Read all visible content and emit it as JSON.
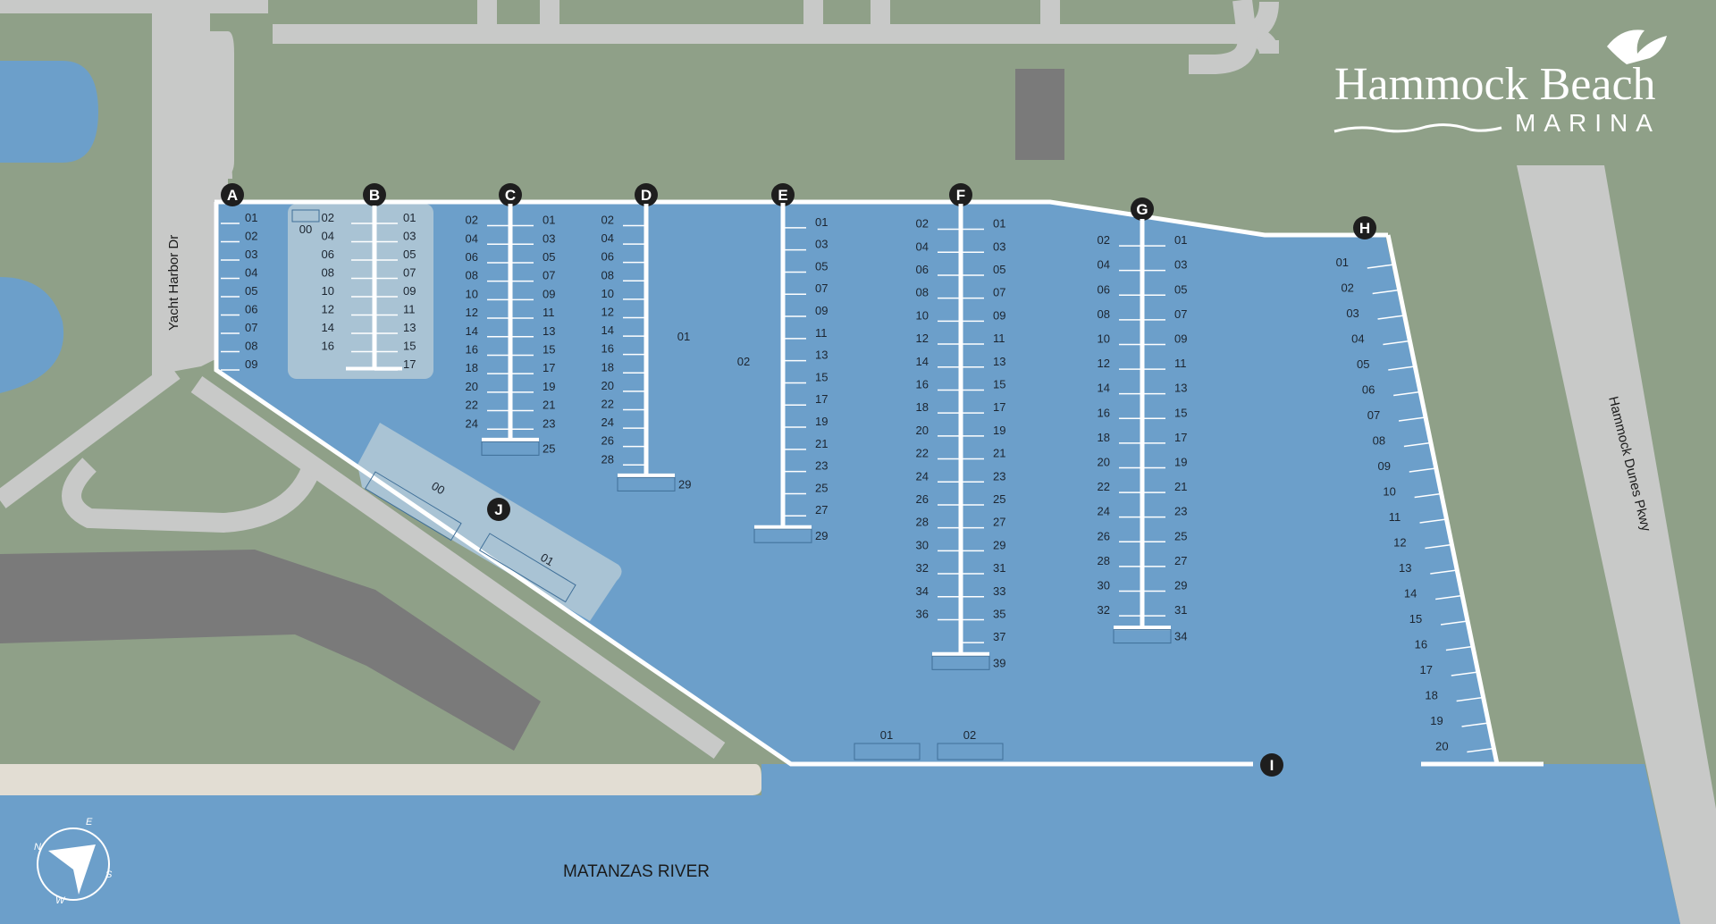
{
  "brand": {
    "line1": "Hammock Beach",
    "line2": "MARINA"
  },
  "roads": {
    "yacht_harbor": "Yacht Harbor Dr",
    "dunes_pkwy": "Hammock Dunes Pkwy"
  },
  "water": {
    "river": "MATANZAS RIVER"
  },
  "compass": {
    "n": "N",
    "e": "E",
    "s": "S",
    "w": "W"
  },
  "colors": {
    "water": "#6c9fca",
    "land": "#8fa088",
    "road": "#c8c9c8",
    "dock": "#ffffff",
    "parking": "#7a7a7a",
    "pier_pad": "#a9c3d4",
    "sand": "#e2ddd3"
  },
  "docks": {
    "A": {
      "letter": "A",
      "slips": [
        "01",
        "02",
        "03",
        "04",
        "05",
        "06",
        "07",
        "08",
        "09"
      ]
    },
    "B": {
      "letter": "B",
      "left": [
        "02",
        "04",
        "06",
        "08",
        "10",
        "12",
        "14",
        "16"
      ],
      "right": [
        "01",
        "03",
        "05",
        "07",
        "09",
        "11",
        "13",
        "15",
        "17"
      ],
      "extra": "00"
    },
    "C": {
      "letter": "C",
      "left": [
        "02",
        "04",
        "06",
        "08",
        "10",
        "12",
        "14",
        "16",
        "18",
        "20",
        "22",
        "24"
      ],
      "right": [
        "01",
        "03",
        "05",
        "07",
        "09",
        "11",
        "13",
        "15",
        "17",
        "19",
        "21",
        "23"
      ],
      "end": "25"
    },
    "D": {
      "letter": "D",
      "left": [
        "02",
        "04",
        "06",
        "08",
        "10",
        "12",
        "14",
        "16",
        "18",
        "20",
        "22",
        "24",
        "26",
        "28"
      ],
      "end": "29",
      "right_single": "01"
    },
    "E": {
      "letter": "E",
      "right": [
        "01",
        "03",
        "05",
        "07",
        "09",
        "11",
        "13",
        "15",
        "17",
        "19",
        "21",
        "23",
        "25",
        "27"
      ],
      "end": "29",
      "left_single": "02"
    },
    "F": {
      "letter": "F",
      "left": [
        "02",
        "04",
        "06",
        "08",
        "10",
        "12",
        "14",
        "16",
        "18",
        "20",
        "22",
        "24",
        "26",
        "28",
        "30",
        "32",
        "34",
        "36"
      ],
      "right": [
        "01",
        "03",
        "05",
        "07",
        "09",
        "11",
        "13",
        "15",
        "17",
        "19",
        "21",
        "23",
        "25",
        "27",
        "29",
        "31",
        "33",
        "35",
        "37"
      ],
      "end": "39"
    },
    "G": {
      "letter": "G",
      "left": [
        "02",
        "04",
        "06",
        "08",
        "10",
        "12",
        "14",
        "16",
        "18",
        "20",
        "22",
        "24",
        "26",
        "28",
        "30",
        "32"
      ],
      "right": [
        "01",
        "03",
        "05",
        "07",
        "09",
        "11",
        "13",
        "15",
        "17",
        "19",
        "21",
        "23",
        "25",
        "27",
        "29",
        "31"
      ],
      "end": "34"
    },
    "H": {
      "letter": "H",
      "slips": [
        "01",
        "02",
        "03",
        "04",
        "05",
        "06",
        "07",
        "08",
        "09",
        "10",
        "11",
        "12",
        "13",
        "14",
        "15",
        "16",
        "17",
        "18",
        "19",
        "20"
      ]
    },
    "I": {
      "letter": "I",
      "slips": [
        "01",
        "02"
      ]
    },
    "J": {
      "letter": "J",
      "slips": [
        "00",
        "01"
      ]
    }
  }
}
